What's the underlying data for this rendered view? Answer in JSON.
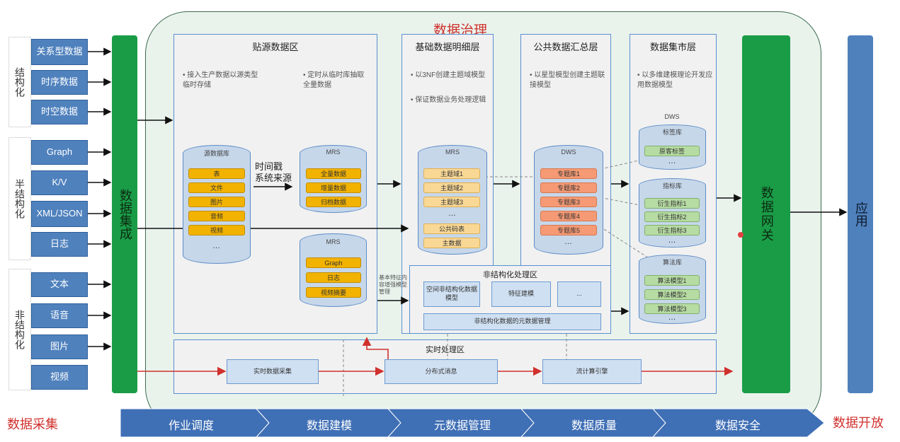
{
  "governance_title": "数据治理",
  "left_groups": {
    "structured": "结构化",
    "semi": "半结构化",
    "unstructured": "非结构化"
  },
  "sources": [
    "关系型数据",
    "时序数据",
    "时空数据",
    "Graph",
    "K/V",
    "XML/JSON",
    "日志",
    "文本",
    "语音",
    "图片",
    "视频"
  ],
  "integration": "数据集成",
  "gateway": "数据网关",
  "app": "应用",
  "zones": {
    "source": {
      "title": "贴源数据区",
      "note1": "接入生产数据以源类型临时存储",
      "note2": "定时从临时库抽取全量数据",
      "db_label": "源数据库",
      "db_items": [
        "表",
        "文件",
        "图片",
        "音频",
        "视频"
      ],
      "mid_text": "时间戳\n系统来源",
      "mrs1_label": "MRS",
      "mrs1_items": [
        "全量数据",
        "增量数据",
        "归档数据"
      ],
      "mrs2_label": "MRS",
      "mrs2_items": [
        "Graph",
        "日志",
        "视频摘要"
      ]
    },
    "detail": {
      "title": "基础数据明细层",
      "note1": "以3NF创建主题域模型",
      "note2": "保证数据业务处理逻辑",
      "db_label": "MRS",
      "items": [
        "主题域1",
        "主题域2",
        "主题域3"
      ],
      "items2": [
        "公共码表",
        "主数据"
      ]
    },
    "summary": {
      "title": "公共数据汇总层",
      "note1": "以星型模型创建主题联接模型",
      "db_label": "DWS",
      "items": [
        "专题库1",
        "专题库2",
        "专题库3",
        "专题库4",
        "专题库5"
      ]
    },
    "mart": {
      "title": "数据集市层",
      "note1": "以多维建模理论开发应用数据模型",
      "dws_label": "DWS",
      "tag_db": "标签库",
      "tag_items": [
        "原客标签"
      ],
      "index_db": "指标库",
      "index_items": [
        "衍生指标1",
        "衍生指标2",
        "衍生指标3"
      ],
      "algo_db": "算法库",
      "algo_items": [
        "算法模型1",
        "算法模型2",
        "算法模型3"
      ]
    },
    "unstructured_proc": {
      "title": "非结构化处理区",
      "box1": "空间非结构化数据模型",
      "box2": "特征建模",
      "box3": "...",
      "meta": "非结构化数据的元数据管理",
      "side_note": "基本特征内容增强模型管理"
    },
    "realtime": {
      "title": "实时处理区",
      "steps": [
        "实时数据采集",
        "分布式消息",
        "流计算引擎"
      ]
    }
  },
  "bottom": {
    "left": "数据采集",
    "right": "数据开放",
    "steps": [
      "作业调度",
      "数据建模",
      "元数据管理",
      "数据质量",
      "数据安全"
    ]
  },
  "colors": {
    "source_box": "#4f81bd",
    "green_bar": "#1a9c47",
    "app_bar": "#4f81bd",
    "zone_border": "#5a8fd0",
    "governance_bg": "#e9f3ec",
    "red": "#d0312d"
  }
}
